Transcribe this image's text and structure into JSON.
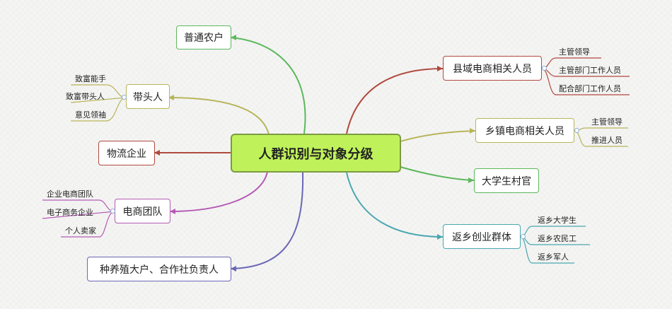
{
  "root": {
    "label": "人群识别与对象分级",
    "color": "#7d9a43"
  },
  "branches": {
    "putong": {
      "label": "普通农户",
      "color": "#5cb85c"
    },
    "daitou": {
      "label": "带头人",
      "color": "#b7b559",
      "children": [
        "致富能手",
        "致富带头人",
        "意见领袖"
      ]
    },
    "wuliu": {
      "label": "物流企业",
      "color": "#b04a3f"
    },
    "dianshang": {
      "label": "电商团队",
      "color": "#b45bb4",
      "children": [
        "企业电商团队",
        "电子商务企业",
        "个人卖家"
      ]
    },
    "zhongyang": {
      "label": "种养殖大户、合作社负责人",
      "color": "#6a67b5"
    },
    "xianyu": {
      "label": "县域电商相关人员",
      "color": "#b04a3f",
      "children": [
        "主管领导",
        "主管部门工作人员",
        "配合部门工作人员"
      ]
    },
    "xiangzhen": {
      "label": "乡镇电商相关人员",
      "color": "#b7b559",
      "children": [
        "主管领导",
        "推进人员"
      ]
    },
    "daxuesheng": {
      "label": "大学生村官",
      "color": "#5cb85c"
    },
    "fanxiang": {
      "label": "返乡创业群体",
      "color": "#4aa8b0",
      "children": [
        "返乡大学生",
        "返乡农民工",
        "返乡军人"
      ]
    }
  }
}
